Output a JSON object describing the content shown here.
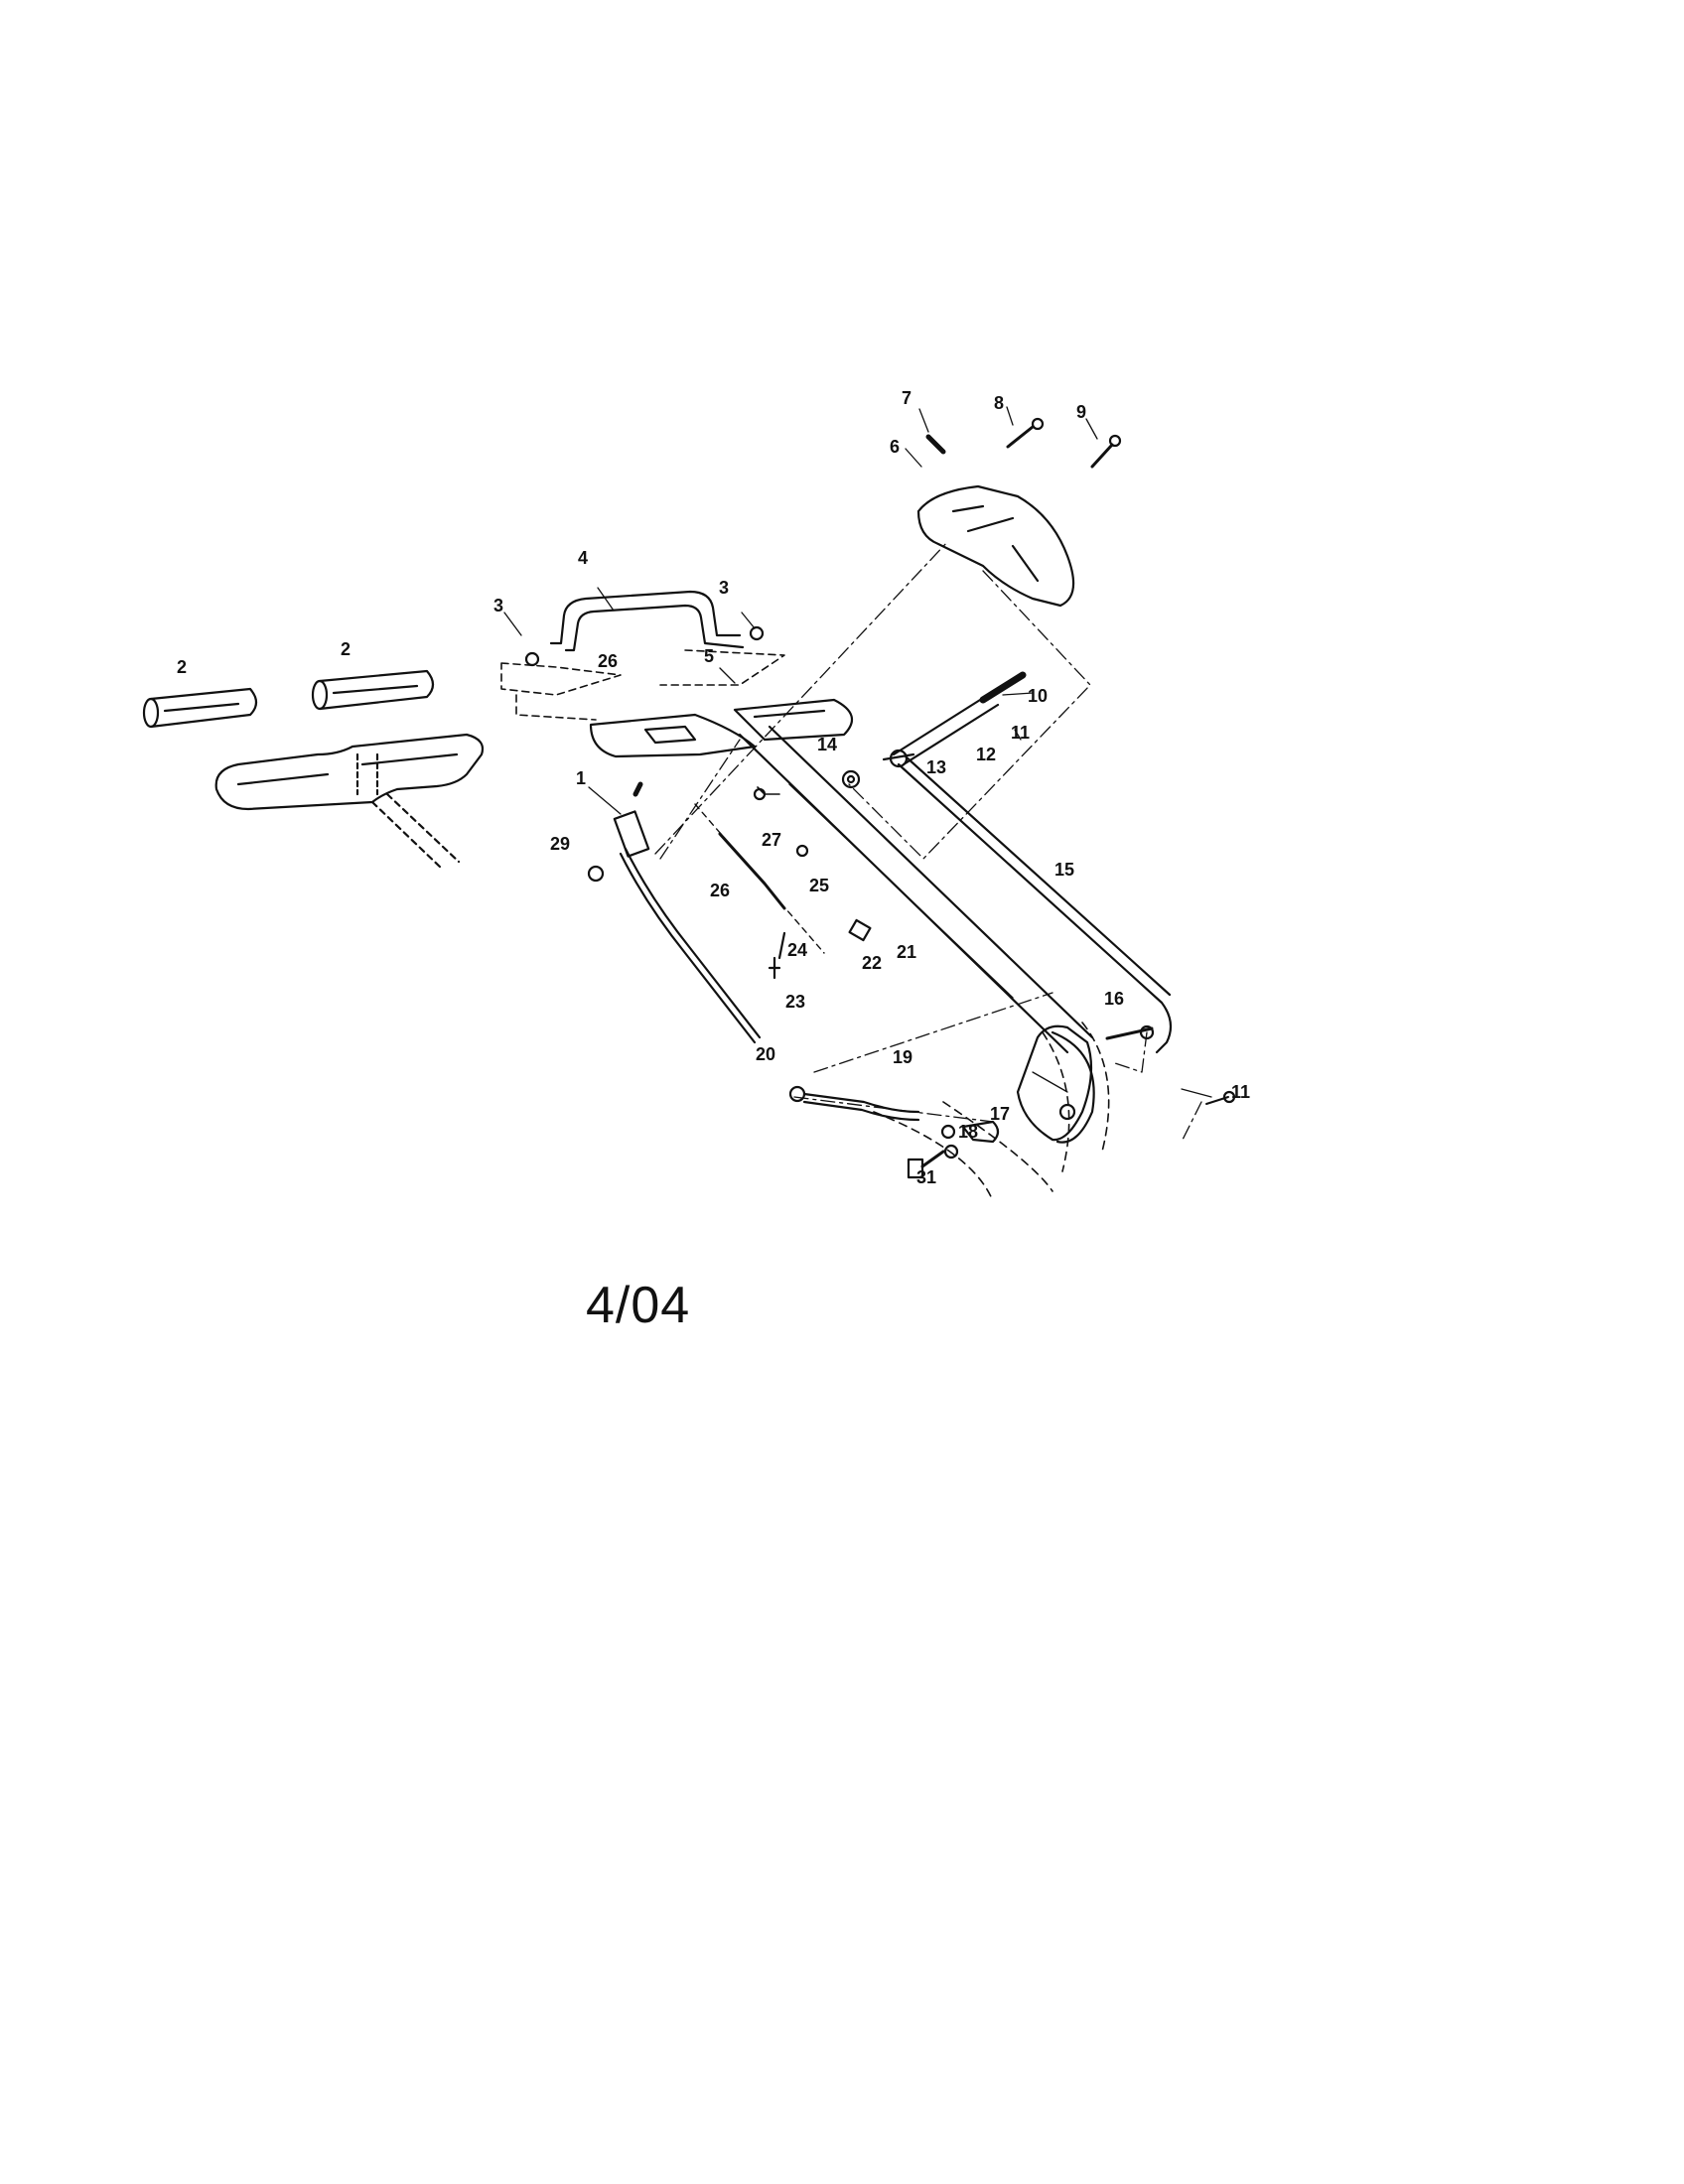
{
  "date_stamp": "4/04",
  "callouts": {
    "c1": "1",
    "c2a": "2",
    "c2b": "2",
    "c3a": "3",
    "c3b": "3",
    "c4": "4",
    "c5": "5",
    "c6": "6",
    "c7": "7",
    "c8": "8",
    "c9": "9",
    "c10": "10",
    "c11a": "11",
    "c11b": "11",
    "c12": "12",
    "c13": "13",
    "c14": "14",
    "c15": "15",
    "c16": "16",
    "c17": "17",
    "c18": "18",
    "c19": "19",
    "c20": "20",
    "c21": "21",
    "c22": "22",
    "c23": "23",
    "c24": "24",
    "c25": "25",
    "c26a": "26",
    "c26b": "26",
    "c27": "27",
    "c29": "29",
    "c31": "31"
  },
  "colors": {
    "ink": "#111111",
    "paper": "#ffffff"
  }
}
